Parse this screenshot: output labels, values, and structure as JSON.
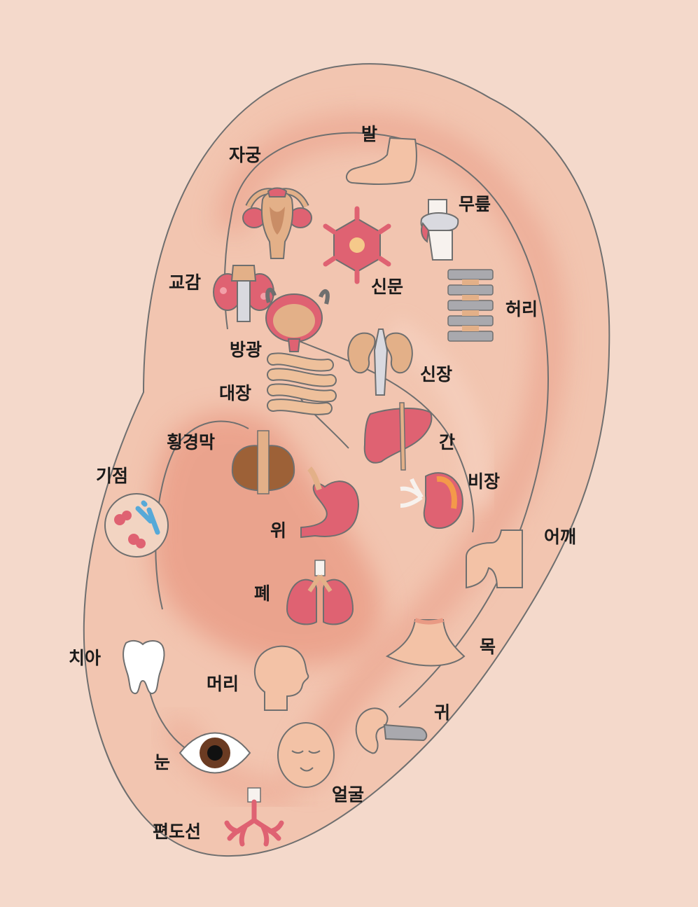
{
  "colors": {
    "background": "#f4d9cb",
    "ear_skin": "#f2c5b0",
    "ear_outline": "#6f6f6f",
    "ear_shadow": "#e99a84",
    "organ_red": "#df6272",
    "organ_tan": "#e3b088",
    "organ_brown": "#9d6137",
    "organ_gray": "#a9a9ae",
    "skin_tone": "#f3c2a6"
  },
  "labels": {
    "bal": "발",
    "jagung": "자궁",
    "mureup": "무릎",
    "gyogam": "교감",
    "sinmun": "신문",
    "heori": "허리",
    "banggwang": "방광",
    "sinjang": "신장",
    "daejang": "대장",
    "gan": "간",
    "hoenggyeongmak": "횡경막",
    "bijang": "비장",
    "gijeom": "기점",
    "wi": "위",
    "eokkae": "어깨",
    "pye": "폐",
    "mok": "목",
    "chia": "치아",
    "meori": "머리",
    "gwi": "귀",
    "nun": "눈",
    "eolgul": "얼굴",
    "pyeondoseon": "편도선"
  },
  "icons": {
    "foot": "foot-icon",
    "uterus": "uterus-icon",
    "knee": "knee-icon",
    "sympathetic": "sympathetic-nerve-icon",
    "neuron": "neuron-icon",
    "spine": "spine-icon",
    "bladder": "bladder-icon",
    "kidney": "kidney-icon",
    "intestine": "intestine-icon",
    "liver": "liver-icon",
    "diaphragm": "diaphragm-icon",
    "spleen": "spleen-icon",
    "germ": "germ-icon",
    "stomach": "stomach-icon",
    "shoulder": "shoulder-icon",
    "lung": "lung-icon",
    "neck": "neck-icon",
    "tooth": "tooth-icon",
    "head": "head-icon",
    "ear": "ear-icon",
    "eye": "eye-icon",
    "face": "face-icon",
    "tonsil": "tonsil-icon"
  }
}
